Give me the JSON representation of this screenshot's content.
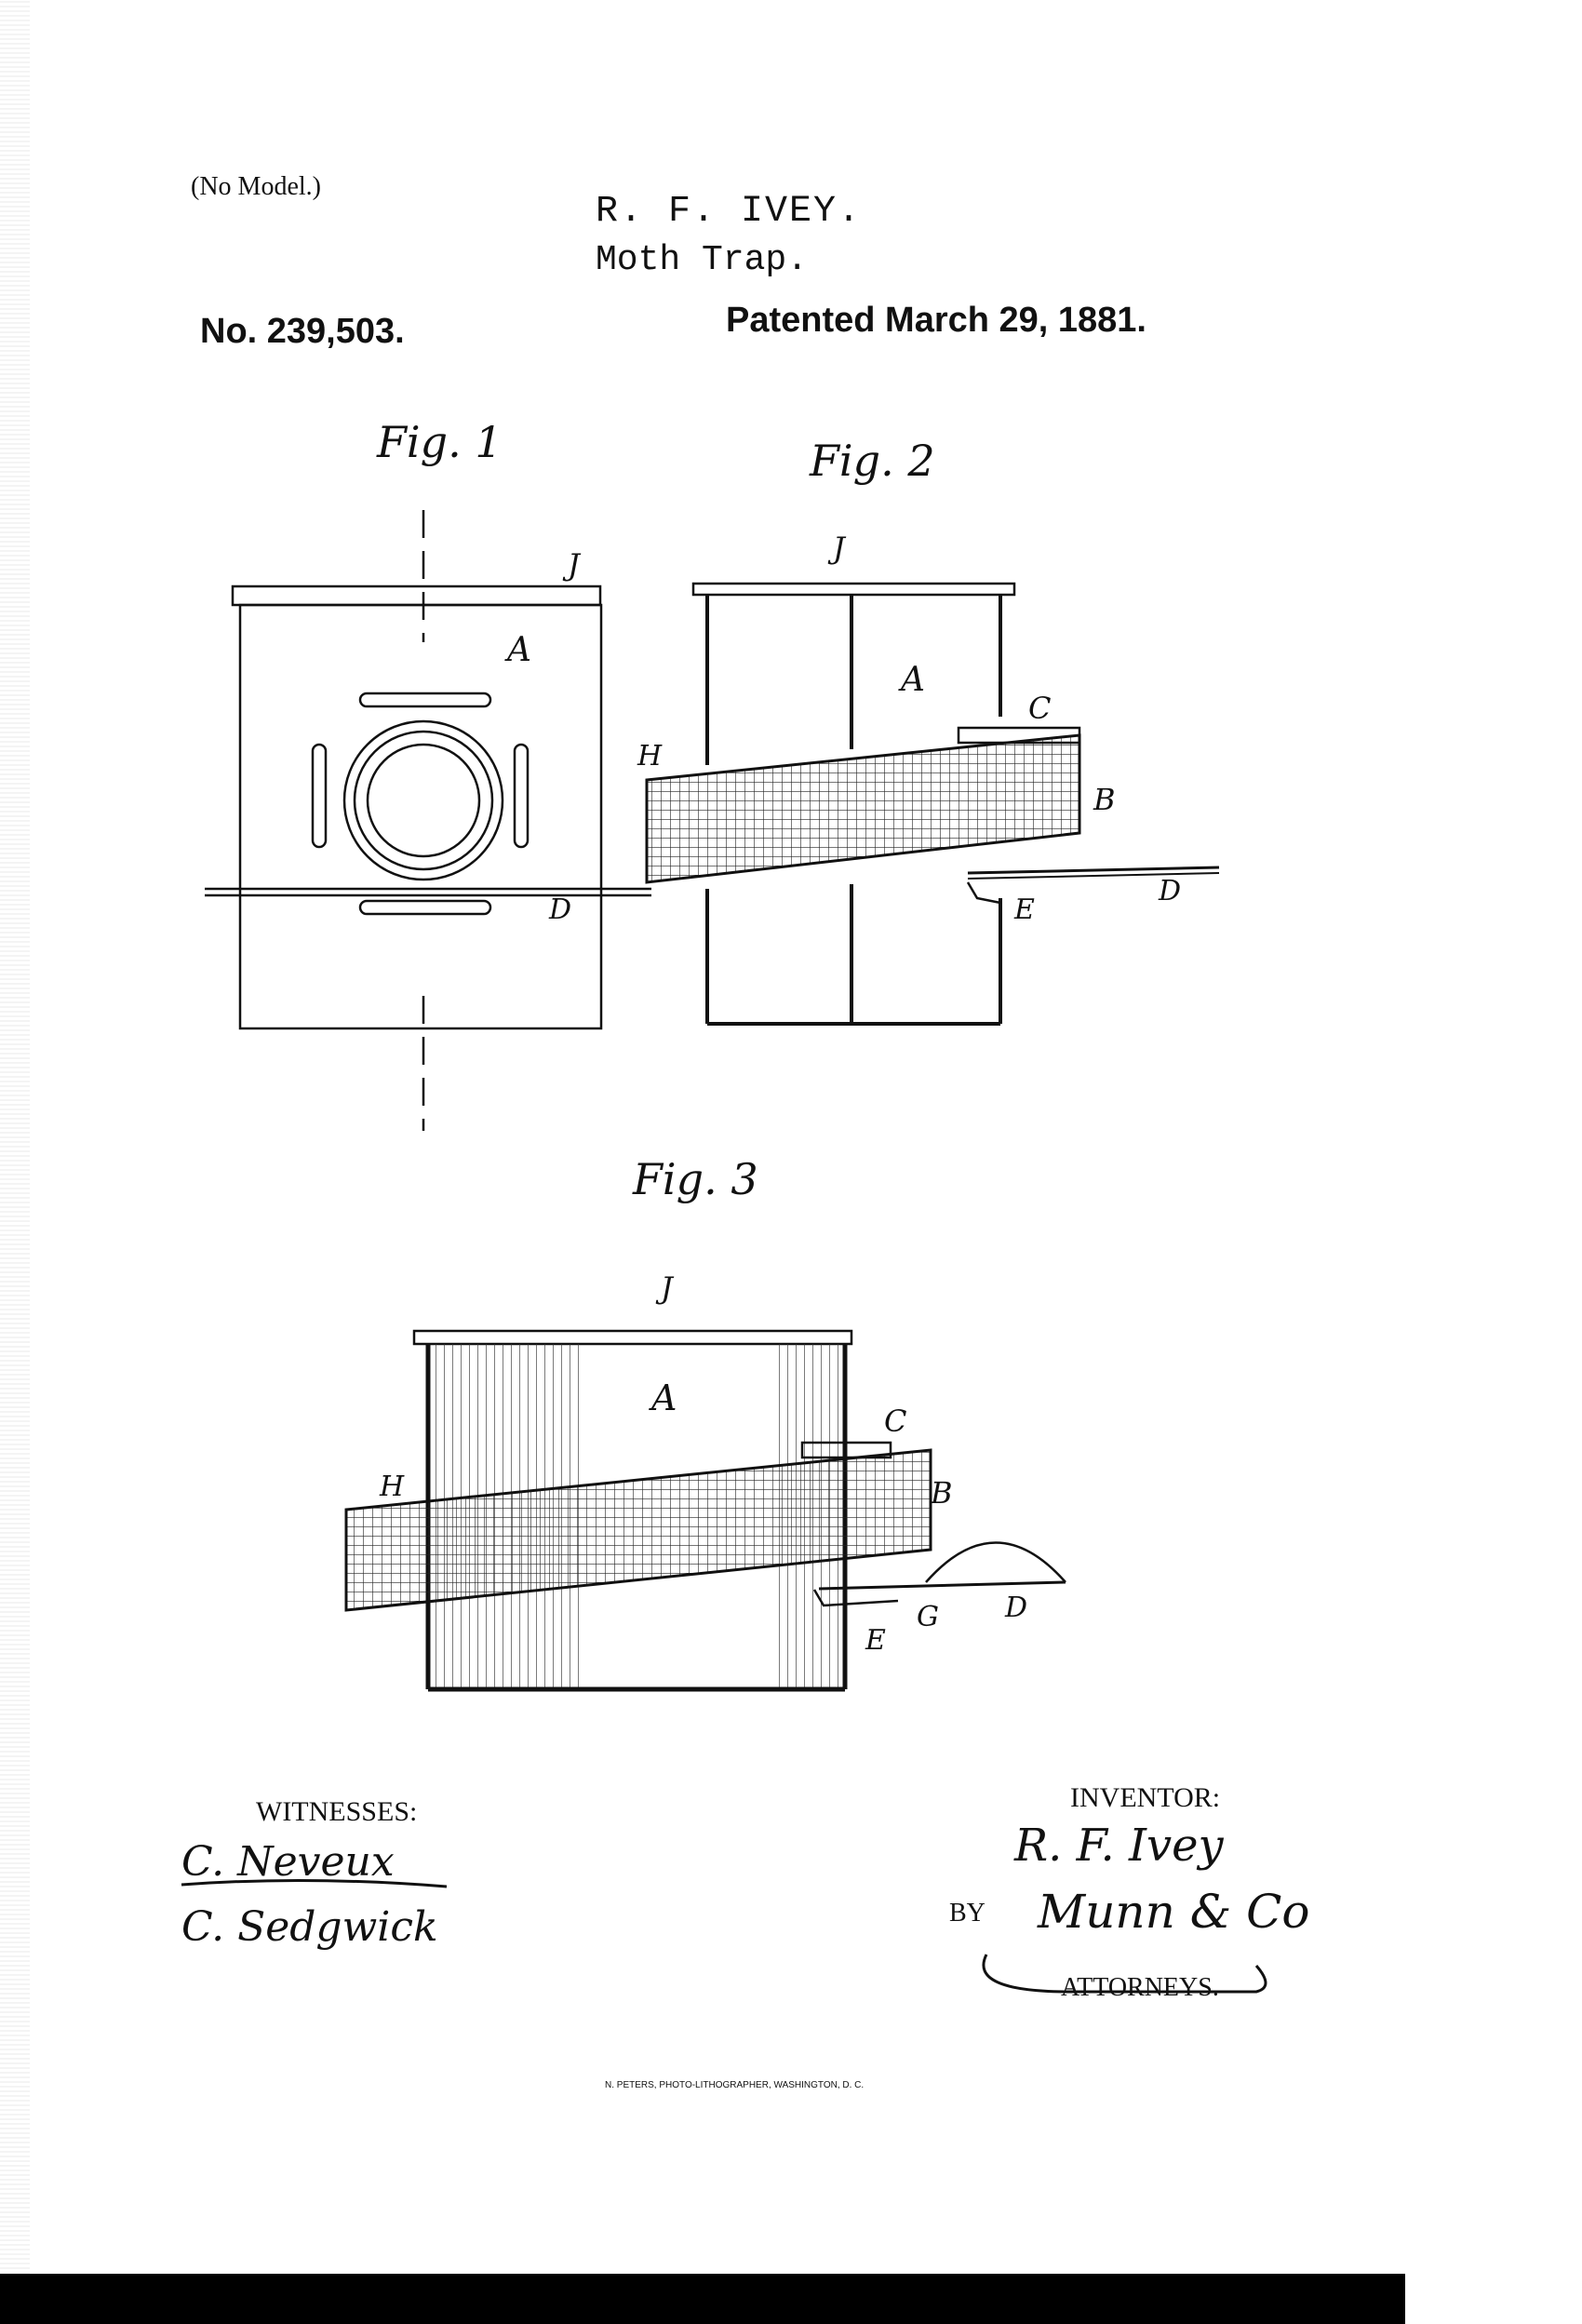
{
  "header": {
    "no_model": "(No Model.)",
    "inventor_name": "R. F. IVEY.",
    "title": "Moth Trap.",
    "patent_number": "No. 239,503.",
    "patent_date": "Patented March 29, 1881."
  },
  "figures": {
    "fig1": {
      "label": "Fig. 1",
      "letters": {
        "J": "J",
        "A": "A",
        "D": "D"
      }
    },
    "fig2": {
      "label": "Fig. 2",
      "letters": {
        "J": "J",
        "A": "A",
        "C": "C",
        "H": "H",
        "B": "B",
        "E": "E",
        "D": "D"
      }
    },
    "fig3": {
      "label": "Fig. 3",
      "letters": {
        "J": "J",
        "A": "A",
        "C": "C",
        "H": "H",
        "B": "B",
        "D": "D",
        "G": "G",
        "E": "E"
      }
    }
  },
  "witnesses": {
    "heading": "WITNESSES:",
    "signature_1": "C. Neveux",
    "signature_2": "C. Sedgwick"
  },
  "inventor_block": {
    "heading": "INVENTOR:",
    "signature": "R. F. Ivey",
    "by_label": "BY",
    "attorney_signature": "Munn & Co",
    "attorneys_label": "ATTORNEYS."
  },
  "footer": {
    "lithographer": "N. PETERS, PHOTO-LITHOGRAPHER, WASHINGTON, D. C."
  },
  "colors": {
    "ink": "#111111",
    "paper": "#ffffff"
  }
}
